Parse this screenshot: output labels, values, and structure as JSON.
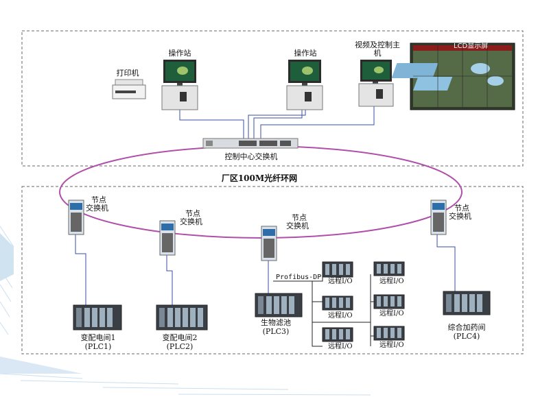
{
  "top": {
    "station1": "操作站",
    "station2": "操作站",
    "video_host_line1": "视频及控制主",
    "video_host_line2": "机",
    "printer": "打印机",
    "lcd": "LCD显示屏",
    "core_switch": "控制中心交换机"
  },
  "ring": {
    "label": "厂区100M光纤环网"
  },
  "nodes": {
    "line1": "节点",
    "line2": "交换机"
  },
  "bus": {
    "label": "Profibus-DP"
  },
  "remote_io": "远程I/O",
  "plcs": [
    {
      "name": "变配电间1",
      "code": "(PLC1)"
    },
    {
      "name": "变配电间2",
      "code": "(PLC2)"
    },
    {
      "name": "生物滤池",
      "code": "(PLC3)"
    },
    {
      "name": "综合加药间",
      "code": "(PLC4)"
    }
  ],
  "colors": {
    "ring": "#b04ea8",
    "link": "#3a4ea6",
    "dashed": "#666666",
    "deco": "#b8d6ea"
  }
}
